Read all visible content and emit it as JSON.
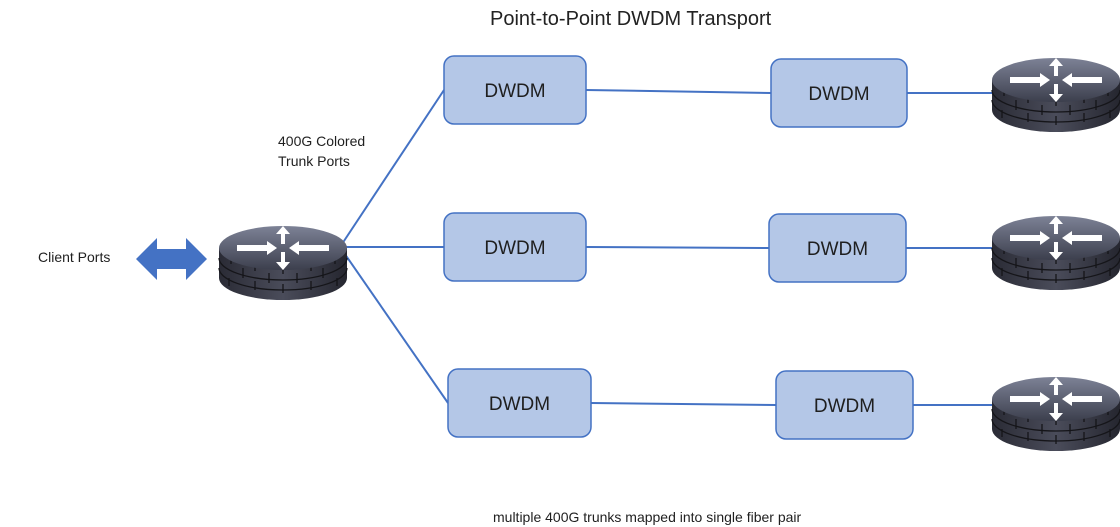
{
  "title": "Point-to-Point DWDM Transport",
  "client_ports_label": "Client Ports",
  "trunk_label_line1": "400G Colored",
  "trunk_label_line2": "Trunk Ports",
  "footer": "multiple 400G trunks mapped into single fiber pair",
  "dwdm_label": "DWDM",
  "icons": {
    "router": "router-icon",
    "bidirectional_arrow": "bidirectional-arrow-icon"
  },
  "colors": {
    "link": "#4472c4",
    "dwdm_fill": "#b4c7e7",
    "dwdm_stroke": "#4472c4",
    "arrow": "#4472c4",
    "router_body": "#2e2e3a"
  }
}
